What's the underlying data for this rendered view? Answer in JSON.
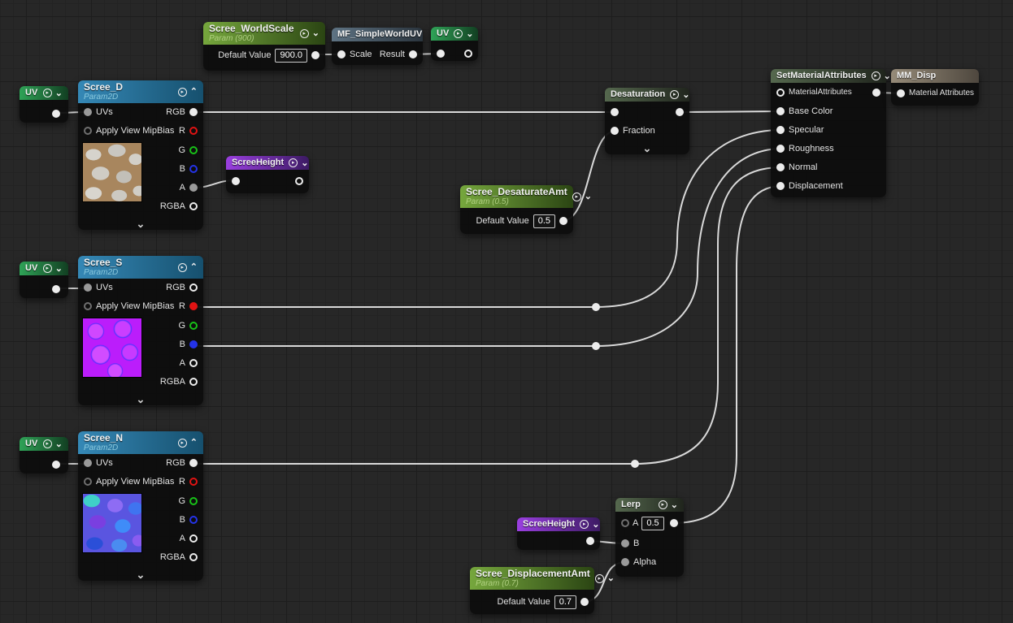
{
  "colors": {
    "wire": "#d9d9d9",
    "texture_header": "#3588b6",
    "param_header": "#76a73d",
    "uv_header": "#2fa357",
    "function_header": "#5e7383",
    "operator_header": "#55684e",
    "result_header": "#968b79",
    "reroute_header": "#9a3fe0",
    "pin_red": "#e01313",
    "pin_green": "#18c118",
    "pin_blue": "#2433e8"
  },
  "icons": {
    "preview_play": "▸",
    "chevron_down": "⌄",
    "chevron_up": "⌃"
  },
  "tex_labels": {
    "uvs": "UVs",
    "mipbias": "Apply View MipBias",
    "rgb": "RGB",
    "r": "R",
    "g": "G",
    "b": "B",
    "a": "A",
    "rgba": "RGBA"
  },
  "nodes": {
    "scree_worldscale": {
      "title": "Scree_WorldScale",
      "subtitle": "Param (900)",
      "default_value_label": "Default Value",
      "default_value": "900.0"
    },
    "mf_simpleworlduv": {
      "title": "MF_SimpleWorldUV",
      "input_label": "Scale",
      "output_label": "Result"
    },
    "uv_top": {
      "title": "UV"
    },
    "uv_d": {
      "title": "UV"
    },
    "uv_s": {
      "title": "UV"
    },
    "uv_n": {
      "title": "UV"
    },
    "scree_d": {
      "title": "Scree_D",
      "subtitle": "Param2D"
    },
    "scree_s": {
      "title": "Scree_S",
      "subtitle": "Param2D"
    },
    "scree_n": {
      "title": "Scree_N",
      "subtitle": "Param2D"
    },
    "screeheight_top": {
      "title": "ScreeHeight"
    },
    "screeheight_bottom": {
      "title": "ScreeHeight"
    },
    "desaturation": {
      "title": "Desaturation",
      "fraction_label": "Fraction"
    },
    "scree_desaturateamt": {
      "title": "Scree_DesaturateAmt",
      "subtitle": "Param (0.5)",
      "default_value_label": "Default Value",
      "default_value": "0.5"
    },
    "sma": {
      "title": "SetMaterialAttributes",
      "pins": [
        "MaterialAttributes",
        "Base Color",
        "Specular",
        "Roughness",
        "Normal",
        "Displacement"
      ]
    },
    "mm_disp": {
      "title": "MM_Disp",
      "input_label": "Material Attributes"
    },
    "lerp": {
      "title": "Lerp",
      "a_label": "A",
      "a_value": "0.5",
      "b_label": "B",
      "alpha_label": "Alpha"
    },
    "scree_displacementamt": {
      "title": "Scree_DisplacementAmt",
      "subtitle": "Param (0.7)",
      "default_value_label": "Default Value",
      "default_value": "0.7"
    }
  }
}
